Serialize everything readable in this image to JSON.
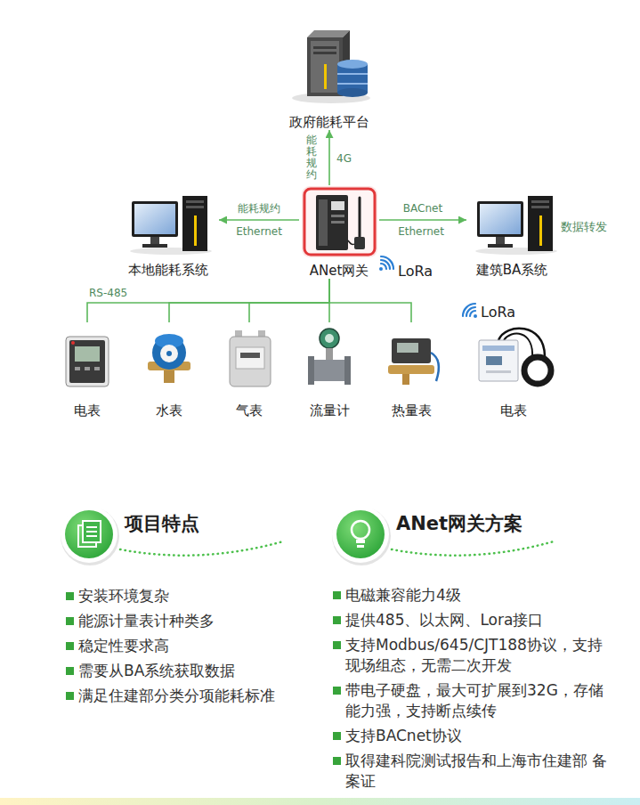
{
  "diagram": {
    "nodes": [
      {
        "text": [
          "政府能耗平台"
        ]
      },
      {
        "text": [
          "本地能耗系统"
        ]
      },
      {
        "text": [
          "ANet网关"
        ]
      },
      {
        "text": [
          "建筑BA系统"
        ]
      },
      {
        "text": [
          "电表"
        ]
      },
      {
        "text": [
          "水表"
        ]
      },
      {
        "text": [
          "气表"
        ]
      },
      {
        "text": [
          "流量计"
        ]
      },
      {
        "text": [
          "热量表"
        ]
      },
      {
        "text": [
          "电表"
        ]
      },
      {
        "text": [
          "项目特点",
          "安装环境复杂",
          "能源计量表计种类多",
          "稳定性要求高",
          "需要从BA系统获取数据",
          "满足住建部分类分项能耗标准"
        ]
      },
      {
        "text": [
          "ANet网关方案",
          "电磁兼容能力4级",
          "提供485、以太网、Lora接口",
          "支持Modbus/645/CJT188协议，支持 现场组态，无需二次开发",
          "带电子硬盘，最大可扩展到32G，存储 能力强，支持断点续传",
          "支持BACnet协议",
          "取得建科院测试报告和上海市住建部 备案证"
        ]
      }
    ],
    "edges": [
      {
        "from": 2,
        "to": 0,
        "arrow": "to",
        "label": "能耗规约"
      },
      {
        "from": 2,
        "to": 1,
        "arrow": "to",
        "label": "能耗规约"
      },
      {
        "from": 2,
        "to": 3,
        "arrow": "to",
        "label": "BACnet"
      },
      {
        "from": 2,
        "to": 4,
        "arrow": "none"
      },
      {
        "from": 2,
        "to": 5,
        "arrow": "none"
      },
      {
        "from": 2,
        "to": 6,
        "arrow": "none"
      },
      {
        "from": 2,
        "to": 7,
        "arrow": "none"
      },
      {
        "from": 2,
        "to": 8,
        "arrow": "none"
      }
    ],
    "labels": [
      "4G",
      "Ethernet",
      "Ethernet",
      "数据转发",
      "LoRa",
      "RS-485",
      "LoRa"
    ]
  }
}
